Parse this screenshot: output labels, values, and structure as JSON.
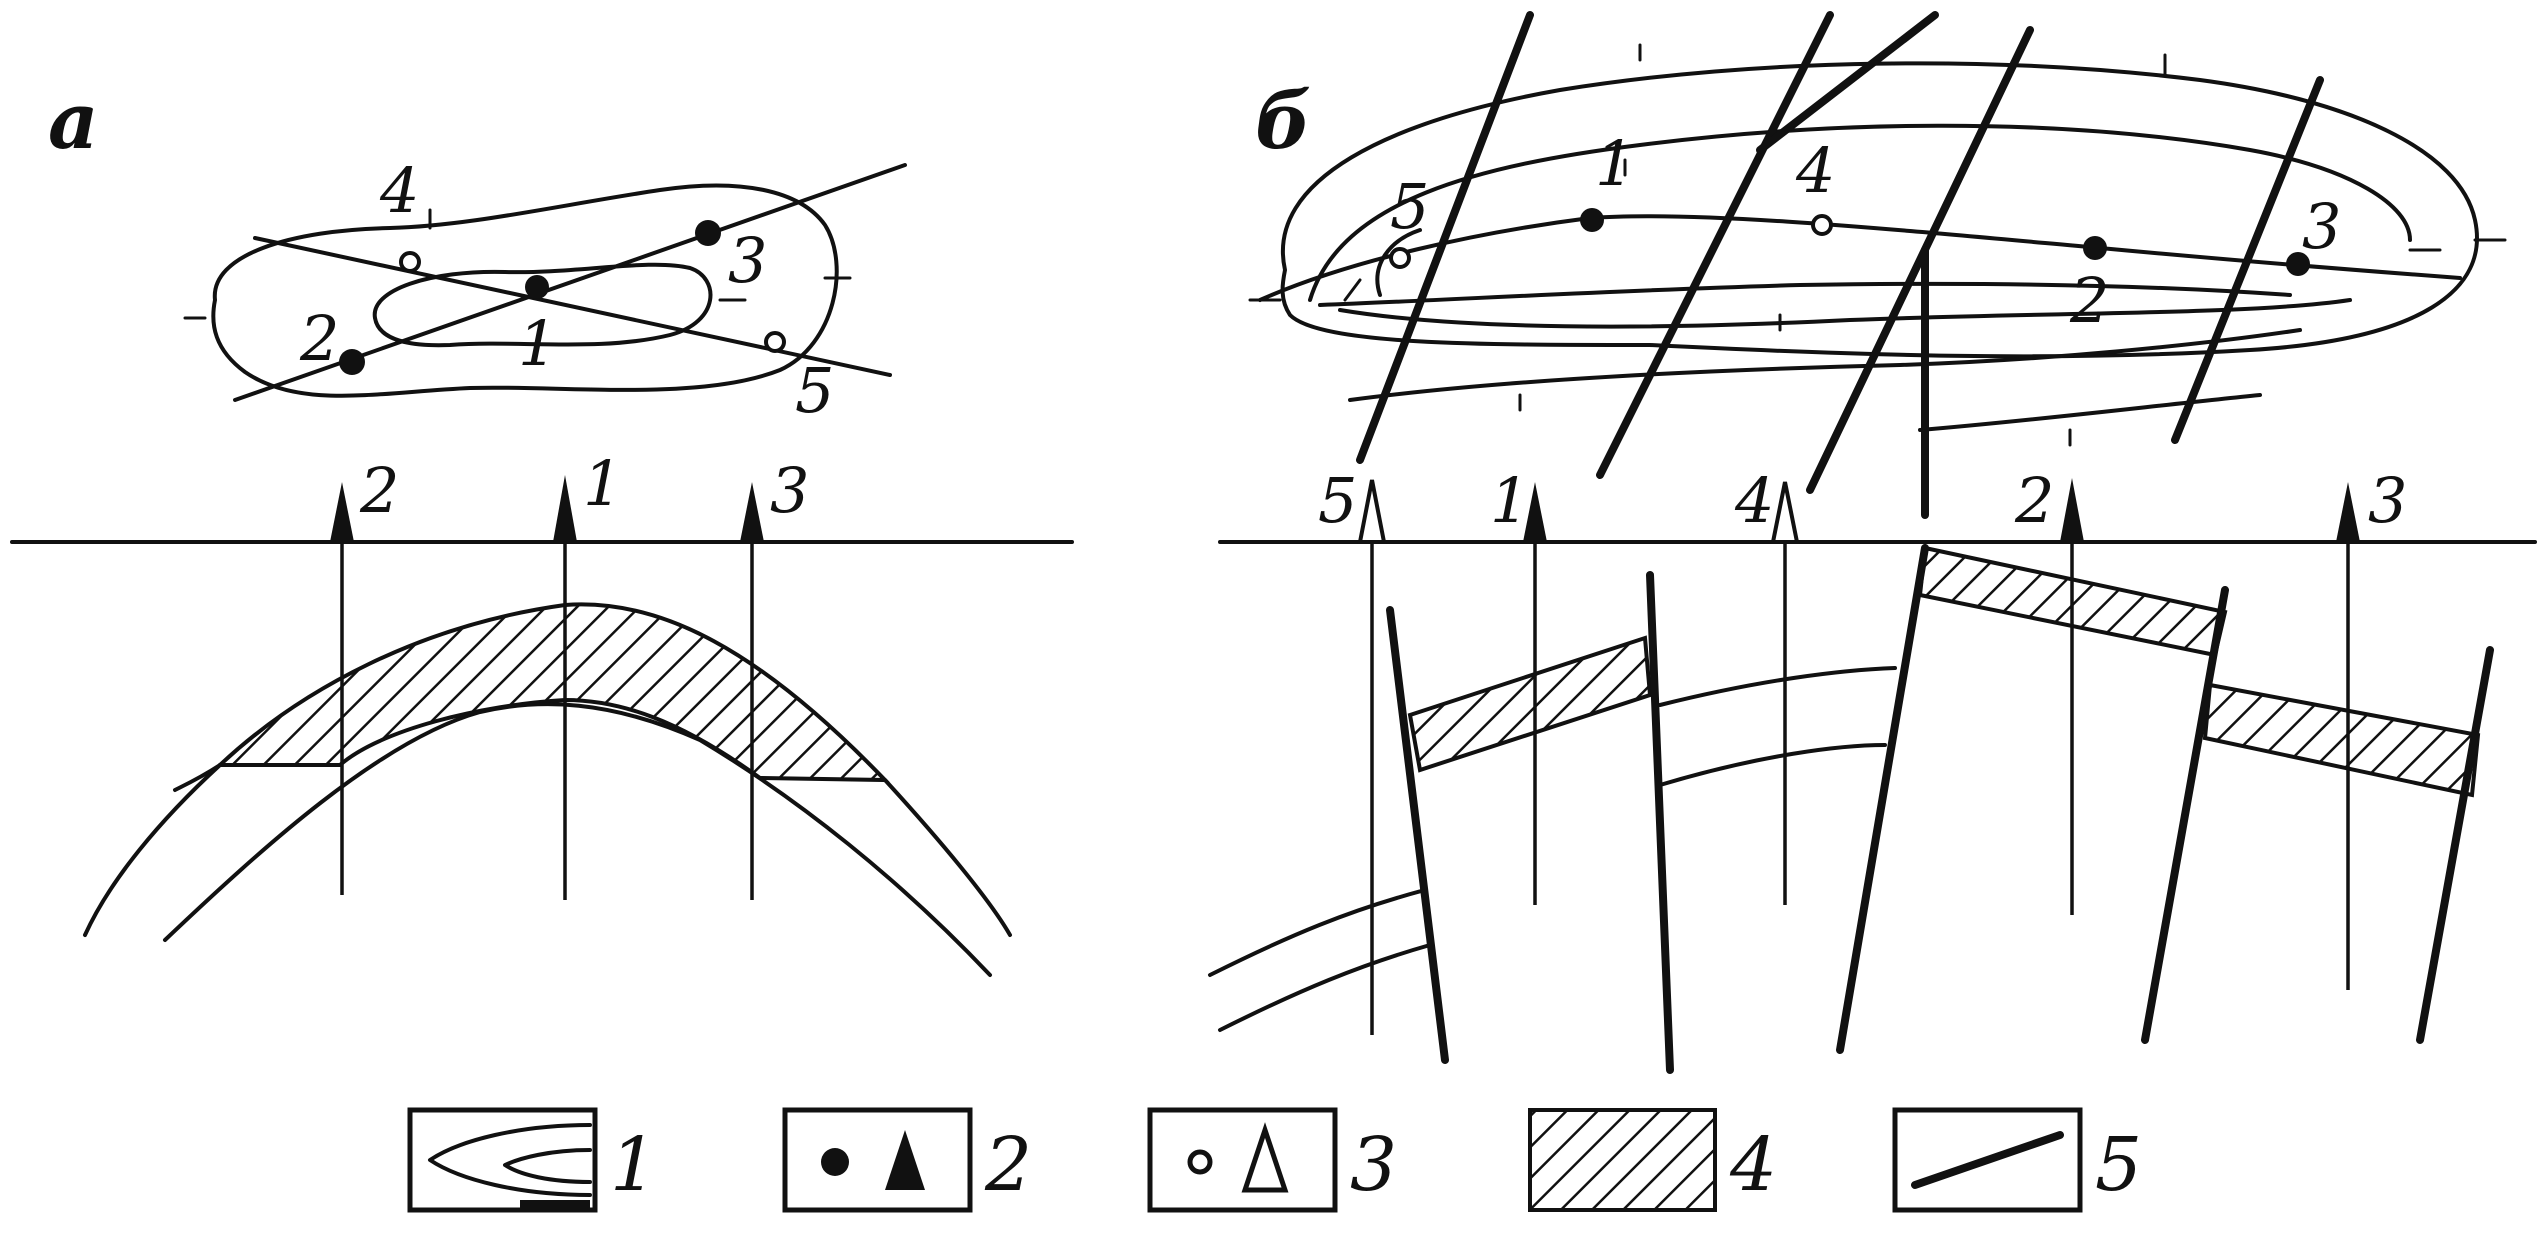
{
  "panels": {
    "a": {
      "label": "а",
      "map_well_labels": [
        "4",
        "3",
        "2",
        "1",
        "5"
      ],
      "section_well_labels": [
        "2",
        "1",
        "3"
      ]
    },
    "b": {
      "label": "б",
      "map_well_labels": [
        "5",
        "1",
        "4",
        "2",
        "3"
      ],
      "section_well_labels": [
        "5",
        "1",
        "4",
        "2",
        "3"
      ]
    }
  },
  "legend": [
    {
      "number": "1",
      "icon": "structure-contour-icon"
    },
    {
      "number": "2",
      "icon": "productive-well-icon"
    },
    {
      "number": "3",
      "icon": "dry-well-icon"
    },
    {
      "number": "4",
      "icon": "reservoir-hatch-icon"
    },
    {
      "number": "5",
      "icon": "fault-line-icon"
    }
  ]
}
